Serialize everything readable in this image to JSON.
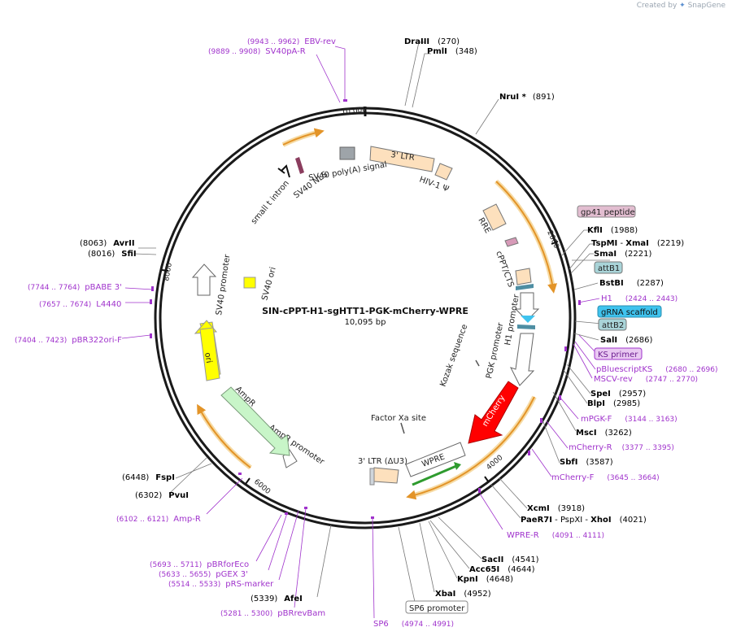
{
  "credit": {
    "prefix": "Created by",
    "brand": "SnapGene"
  },
  "plasmid": {
    "name": "SIN-cPPT-H1-sgHTT1-PGK-mCherry-WPRE",
    "size": "10,095 bp"
  },
  "scale": [
    "2000",
    "4000",
    "6000",
    "8000",
    "10,000"
  ],
  "enzymes": [
    {
      "name": "DraIII",
      "pos": "(270)"
    },
    {
      "name": "PmlI",
      "pos": "(348)"
    },
    {
      "name": "NruI *",
      "pos": "(891)"
    },
    {
      "name": "KflI",
      "pos": "(1988)"
    },
    {
      "name": "TspMI",
      "sep": " - ",
      "name2": "XmaI",
      "pos": "(2219)"
    },
    {
      "name": "SmaI",
      "pos": "(2221)"
    },
    {
      "name": "BstBI",
      "pos": "(2287)"
    },
    {
      "name": "SalI",
      "pos": "(2686)"
    },
    {
      "name": "SpeI",
      "pos": "(2957)"
    },
    {
      "name": "BlpI",
      "pos": "(2985)"
    },
    {
      "name": "MscI",
      "pos": "(3262)"
    },
    {
      "name": "SbfI",
      "pos": "(3587)"
    },
    {
      "name": "XcmI",
      "pos": "(3918)"
    },
    {
      "name": "PaeR7I",
      "sep": " - PspXI - ",
      "name2": "XhoI",
      "pos": "(4021)"
    },
    {
      "name": "SacII",
      "pos": "(4541)"
    },
    {
      "name": "Acc65I",
      "pos": "(4644)"
    },
    {
      "name": "KpnI",
      "pos": "(4648)"
    },
    {
      "name": "XbaI",
      "pos": "(4952)"
    },
    {
      "name": "AfeI",
      "pos": "(5339)"
    },
    {
      "name": "PvuI",
      "pos": "(6302)"
    },
    {
      "name": "FspI",
      "pos": "(6448)"
    },
    {
      "name": "SfiI",
      "pos": "(8016)"
    },
    {
      "name": "AvrII",
      "pos": "(8063)"
    }
  ],
  "primers": [
    {
      "name": "EBV-rev",
      "range": "(9943 .. 9962)"
    },
    {
      "name": "SV40pA-R",
      "range": "(9889 .. 9908)"
    },
    {
      "name": "H1",
      "range": "(2424 .. 2443)"
    },
    {
      "name": "KS primer",
      "range": ""
    },
    {
      "name": "pBluescriptKS",
      "range": "(2680 .. 2696)"
    },
    {
      "name": "MSCV-rev",
      "range": "(2747 .. 2770)"
    },
    {
      "name": "mPGK-F",
      "range": "(3144 .. 3163)"
    },
    {
      "name": "mCherry-R",
      "range": "(3377 .. 3395)"
    },
    {
      "name": "mCherry-F",
      "range": "(3645 .. 3664)"
    },
    {
      "name": "WPRE-R",
      "range": "(4091 .. 4111)"
    },
    {
      "name": "SP6",
      "range": "(4974 .. 4991)"
    },
    {
      "name": "pBRrevBam",
      "range": "(5281 .. 5300)"
    },
    {
      "name": "pRS-marker",
      "range": "(5514 .. 5533)"
    },
    {
      "name": "pGEX 3'",
      "range": "(5633 .. 5655)"
    },
    {
      "name": "pBRforEco",
      "range": "(5693 .. 5711)"
    },
    {
      "name": "Amp-R",
      "range": "(6102 .. 6121)"
    },
    {
      "name": "pBR322ori-F",
      "range": "(7404 .. 7423)"
    },
    {
      "name": "L4440",
      "range": "(7657 .. 7674)"
    },
    {
      "name": "pBABE 3'",
      "range": "(7744 .. 7764)"
    }
  ],
  "boxed": [
    "gp41 peptide",
    "attB1",
    "gRNA scaffold",
    "attB2",
    "SP6 promoter"
  ],
  "features": {
    "ltr3": "3' LTR",
    "hiv_psi": "HIV-1 Ψ",
    "rre": "RRE",
    "cppt": "cPPT/CTS",
    "h1_promoter": "H1 promoter",
    "pgk_promoter": "PGK promoter",
    "kozak": "Kozak sequence",
    "mcherry": "mCherry",
    "factor_xa": "Factor Xa site",
    "wpre": "WPRE",
    "ltr3_du3": "3' LTR (ΔU3)",
    "ampr_promoter": "AmpR promoter",
    "ampr": "AmpR",
    "ori": "ori",
    "sv40_promoter": "SV40 promoter",
    "sv40_ori": "SV40 ori",
    "small_t_intron": "small t intron",
    "sv40_nls": "SV40 NLS",
    "sv40_polya": "SV40 poly(A) signal"
  },
  "colors": {
    "ltr": "#fde0bd",
    "mcherry": "#ff0000",
    "ori": "#ffff00",
    "ampr": "#c8f5c8",
    "sv40_ori": "#ffff00",
    "scaffold": "#3fc3ee",
    "att": "#a9d4d8",
    "gp41": "#e2bdd0",
    "primer": "#a033cc",
    "orf_arc": "#e39428",
    "polya": "#9ea4a9",
    "wpre_arrow": "#2e9b2e"
  }
}
